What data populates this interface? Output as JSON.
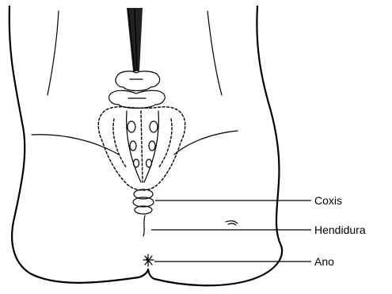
{
  "labels": {
    "coxis": "Coxis",
    "hendidura": "Hendidura",
    "ano": "Ano"
  }
}
